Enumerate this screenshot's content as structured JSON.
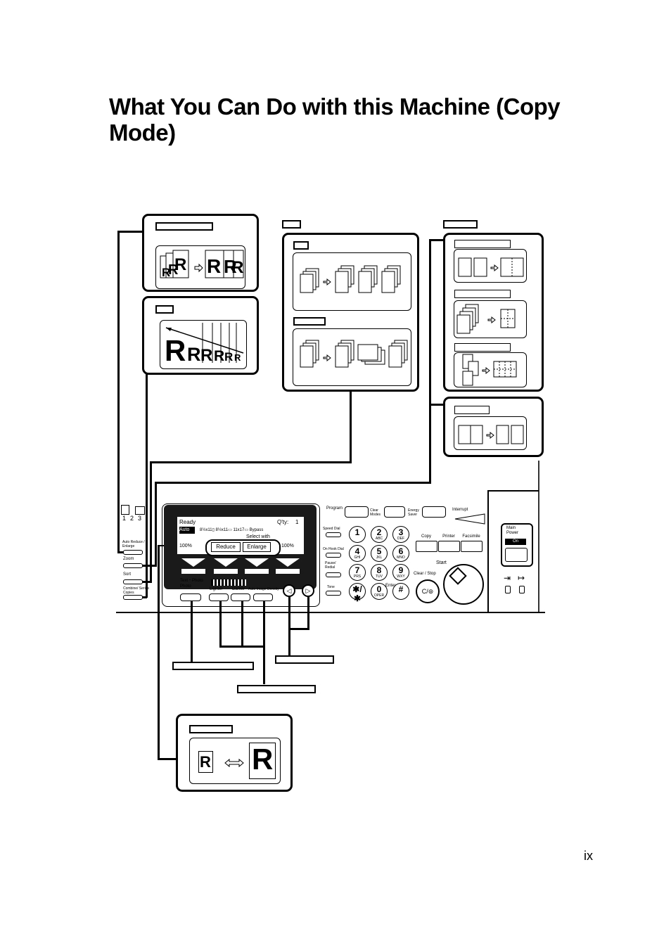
{
  "page": {
    "title": "What You Can Do with this Machine (Copy Mode)",
    "page_number": "ix"
  },
  "panel": {
    "display": {
      "status": "Ready",
      "qty_label": "Q'ty:",
      "qty_value": "1",
      "paper_row": "Auto",
      "paper_row2": "8½x11▯  8½x11▭  11x17▭  Bypass",
      "select_hint": "Select with",
      "ratio": "100%",
      "ratio2": "100%",
      "reduce_label": "Reduce",
      "enlarge_label": "Enlarge"
    },
    "tray_numbers": [
      "1",
      "2",
      "3"
    ],
    "left_keys": {
      "auto_reduce": "Auto Reduce / Enlarge",
      "zoom": "Zoom",
      "sort": "Sort",
      "combine": "Combine/ Series Copies"
    },
    "mode_keys": {
      "program": "Program",
      "clear_modes": "Clear Modes",
      "energy_saver": "Energy Saver",
      "interrupt": "Interrupt"
    },
    "side_keys": {
      "speed_dial": "Speed Dial",
      "on_hook": "On Hook Dial",
      "pause": "Pause/ Redial",
      "tone": "Tone"
    },
    "tabs": [
      "Copy",
      "Printer",
      "Facsimile"
    ],
    "keypad": [
      {
        "d": "1",
        "s": ""
      },
      {
        "d": "2",
        "s": "ABC"
      },
      {
        "d": "3",
        "s": "DEF"
      },
      {
        "d": "4",
        "s": "GHI"
      },
      {
        "d": "5",
        "s": "JKL"
      },
      {
        "d": "6",
        "s": "MNO"
      },
      {
        "d": "7",
        "s": "PRS"
      },
      {
        "d": "8",
        "s": "TUV"
      },
      {
        "d": "9",
        "s": "WXY"
      },
      {
        "d": "✱/✱",
        "s": ""
      },
      {
        "d": "0",
        "s": "OPER"
      },
      {
        "d": "#",
        "s": ""
      }
    ],
    "enter": "Enter",
    "clear_stop": "Clear / Stop",
    "start": "Start",
    "image_mode": {
      "text_photo": "Text・Photo",
      "photo": "Photo"
    },
    "density": {
      "lighter": "Lighter",
      "darker": "Darker",
      "auto": "Auto Image Density"
    },
    "main_power": "Main Power",
    "on": "On"
  },
  "figures": {
    "auto_reduce_letters": "RRR",
    "zoom_letters": [
      "R",
      "R",
      "R",
      "R",
      "R",
      "R"
    ],
    "size_small": "R",
    "size_large": "R"
  }
}
